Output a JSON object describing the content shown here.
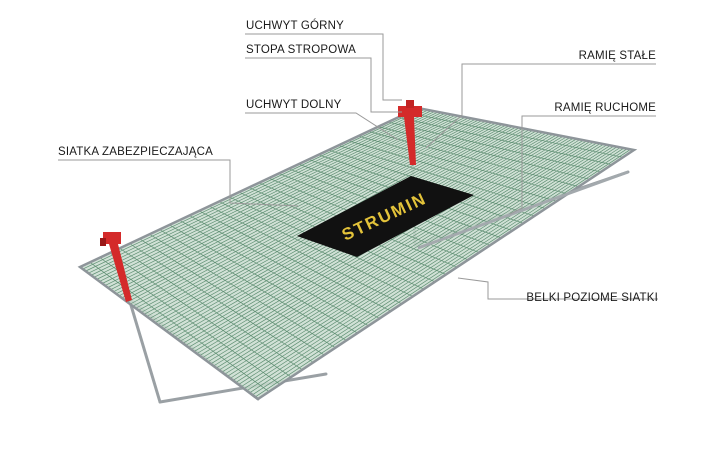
{
  "labels": {
    "upper_handle": "UCHWYT GÓRNY",
    "ceiling_foot": "STOPA STROPOWA",
    "lower_handle": "UCHWYT DOLNY",
    "safety_net": "SIATKA ZABEZPIECZAJĄCA",
    "fixed_arm": "RAMIĘ STAŁE",
    "movable_arm": "RAMIĘ RUCHOME",
    "horizontal_beams": "BELKI POZIOME SIATKI"
  },
  "logo": {
    "text": "STRUMIN"
  },
  "colors": {
    "net_fill": "#c9dccf",
    "net_grid": "#5f8f73",
    "frame": "#9aa0a4",
    "red_parts": "#d42a2a",
    "logo_bg": "#111111",
    "logo_gold": "#e3c33a",
    "leader_line": "#9a9a9a"
  }
}
